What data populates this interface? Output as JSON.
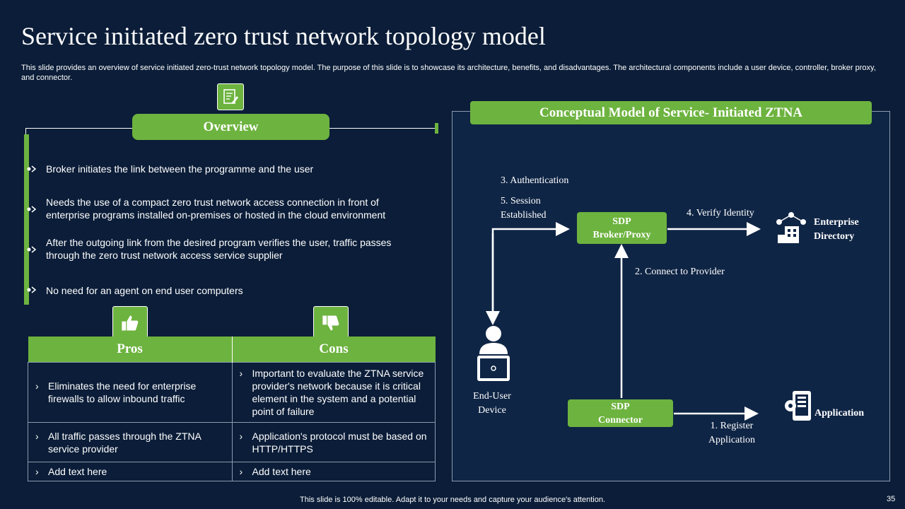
{
  "title": "Service initiated zero trust network topology model",
  "subtitle": "This slide provides an overview of service initiated zero-trust network topology model. The purpose of this slide is to showcase its architecture, benefits, and disadvantages. The architectural components include a user device, controller, broker proxy,  and connector.",
  "overview": {
    "heading": "Overview",
    "icon": "document-edit-icon",
    "bullets": [
      "Broker initiates the link between the programme and the user",
      "Needs the use of a compact zero trust network access connection in front of enterprise programs installed on-premises or hosted in the cloud environment",
      "After the outgoing link from the desired program verifies the user, traffic passes through the zero trust network access service supplier",
      "No need for an agent on end user computers"
    ]
  },
  "proscons": {
    "pros_heading": "Pros",
    "cons_heading": "Cons",
    "pros_icon": "thumbs-up-icon",
    "cons_icon": "thumbs-down-icon",
    "rows": [
      {
        "pro": "Eliminates the need for enterprise firewalls to allow inbound traffic",
        "con": "Important to evaluate the ZTNA service provider's network because it is critical element in the system and a potential point of failure"
      },
      {
        "pro": "All traffic passes through the ZTNA service provider",
        "con": "Application's protocol must be based on HTTP/HTTPS"
      },
      {
        "pro": "Add text here",
        "con": "Add text here"
      }
    ],
    "chevron": "›"
  },
  "model": {
    "heading": "Conceptual Model of Service- Initiated  ZTNA",
    "broker_line1": "SDP",
    "broker_line2": "Broker/Proxy",
    "connector_line1": "SDP",
    "connector_line2": "Connector",
    "step_auth": "3. Authentication",
    "step_session_1": "5. Session",
    "step_session_2": "Established",
    "step_verify": "4. Verify  Identity",
    "step_connect": "2. Connect to Provider",
    "step_register_1": "1. Register",
    "step_register_2": "Application",
    "enterprise_1": "Enterprise",
    "enterprise_2": "Directory",
    "application": "Application",
    "enduser_1": "End-User",
    "enduser_2": "Device",
    "colors": {
      "accent": "#6db33f",
      "background": "#0b1d38",
      "panel": "#0f2545"
    }
  },
  "footer": "This slide is 100% editable. Adapt it to your needs and capture your audience's attention.",
  "page_number": "35"
}
